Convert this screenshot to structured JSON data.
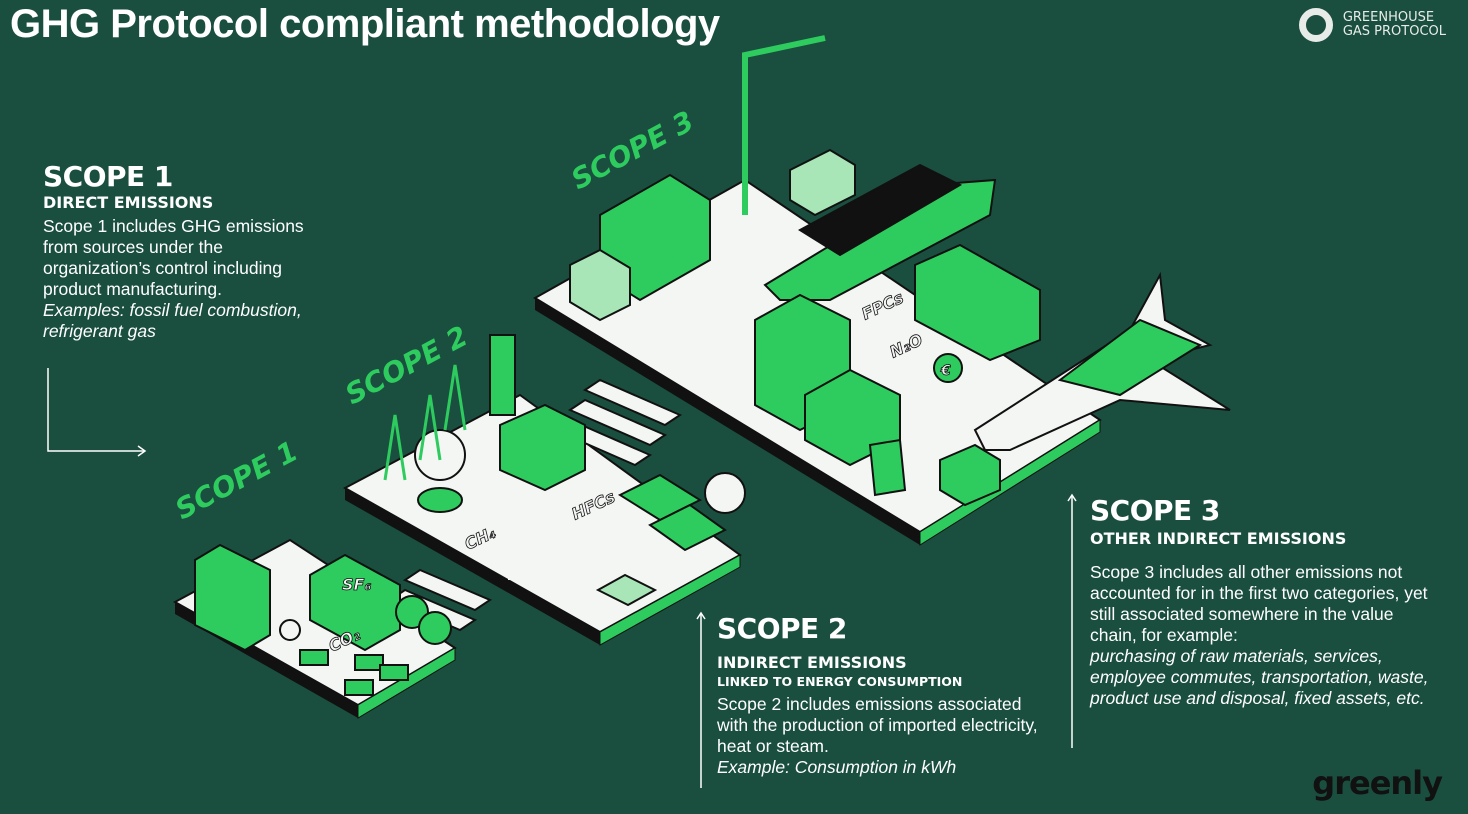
{
  "title": "GHG Protocol compliant methodology",
  "logo": {
    "line1": "GREENHOUSE",
    "line2": "GAS PROTOCOL"
  },
  "scope1": {
    "heading": "SCOPE 1",
    "subheading": "DIRECT EMISSIONS",
    "body": "Scope 1 includes GHG emissions from sources under the organization’s control including product manufacturing.",
    "example": "Examples: fossil fuel combustion, refrigerant gas"
  },
  "scope2": {
    "heading": "SCOPE 2",
    "subheading": "INDIRECT EMISSIONS",
    "subheading2": "LINKED TO ENERGY CONSUMPTION",
    "body": "Scope 2 includes emissions associated with the production of imported electricity, heat or steam.",
    "example": "Example:  Consumption in kWh"
  },
  "scope3": {
    "heading": "SCOPE 3",
    "subheading": "OTHER INDIRECT EMISSIONS",
    "body": "Scope 3 includes all other emissions not accounted for in the first two categories, yet still associated somewhere in the value chain, for example:",
    "example": "purchasing of raw materials, services, employee commutes, transportation, waste, product use and disposal, fixed assets, etc."
  },
  "illustration": {
    "labels": {
      "scope1": "SCOPE 1",
      "scope2": "SCOPE 2",
      "scope3": "SCOPE 3"
    },
    "gases": {
      "sf6": "SF₆",
      "co2": "CO₂",
      "ch4": "CH₄",
      "hfcs": "HFCs",
      "fpcs": "FPCs",
      "n2o": "N₂O",
      "euro": "€"
    }
  },
  "brand": "greenly",
  "colors": {
    "background": "#1a4f3f",
    "accent": "#2ecc5f",
    "light": "#a8e6b8"
  }
}
